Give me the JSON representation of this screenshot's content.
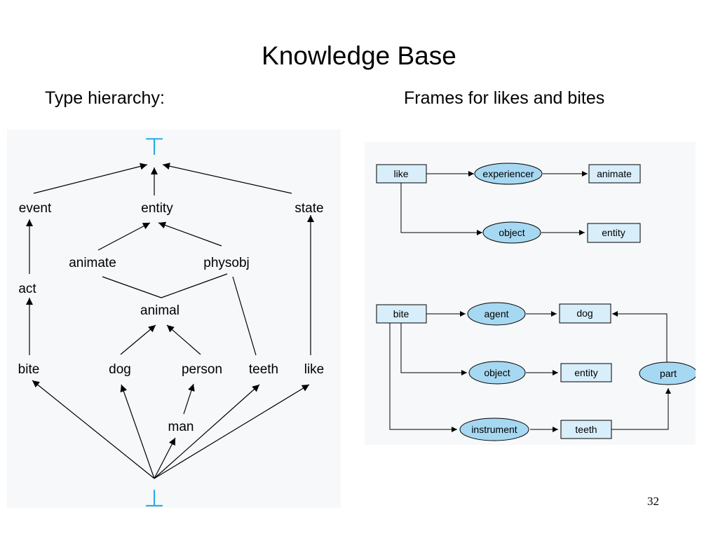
{
  "slide": {
    "title": "Knowledge Base",
    "left_subtitle": "Type hierarchy:",
    "right_subtitle": "Frames for likes and bites",
    "page_number": "32"
  },
  "colors": {
    "panel_bg": "#f6f8fa",
    "node_fill": "#d8eefa",
    "ellipse_fill": "#a6d8f2",
    "top_bottom_symbol": "#29abe2",
    "line": "#000000"
  },
  "hierarchy": {
    "top": "⊤",
    "bottom": "⊥",
    "nodes": {
      "event": "event",
      "entity": "entity",
      "state": "state",
      "act": "act",
      "animate": "animate",
      "physobj": "physobj",
      "animal": "animal",
      "bite": "bite",
      "dog": "dog",
      "person": "person",
      "teeth": "teeth",
      "like": "like",
      "man": "man"
    }
  },
  "frames": {
    "like": {
      "head": "like",
      "role1": "experiencer",
      "filler1": "animate",
      "role2": "object",
      "filler2": "entity"
    },
    "bite": {
      "head": "bite",
      "role1": "agent",
      "filler1": "dog",
      "role2": "object",
      "filler2": "entity",
      "role3": "instrument",
      "filler3": "teeth",
      "relation": "part"
    }
  }
}
